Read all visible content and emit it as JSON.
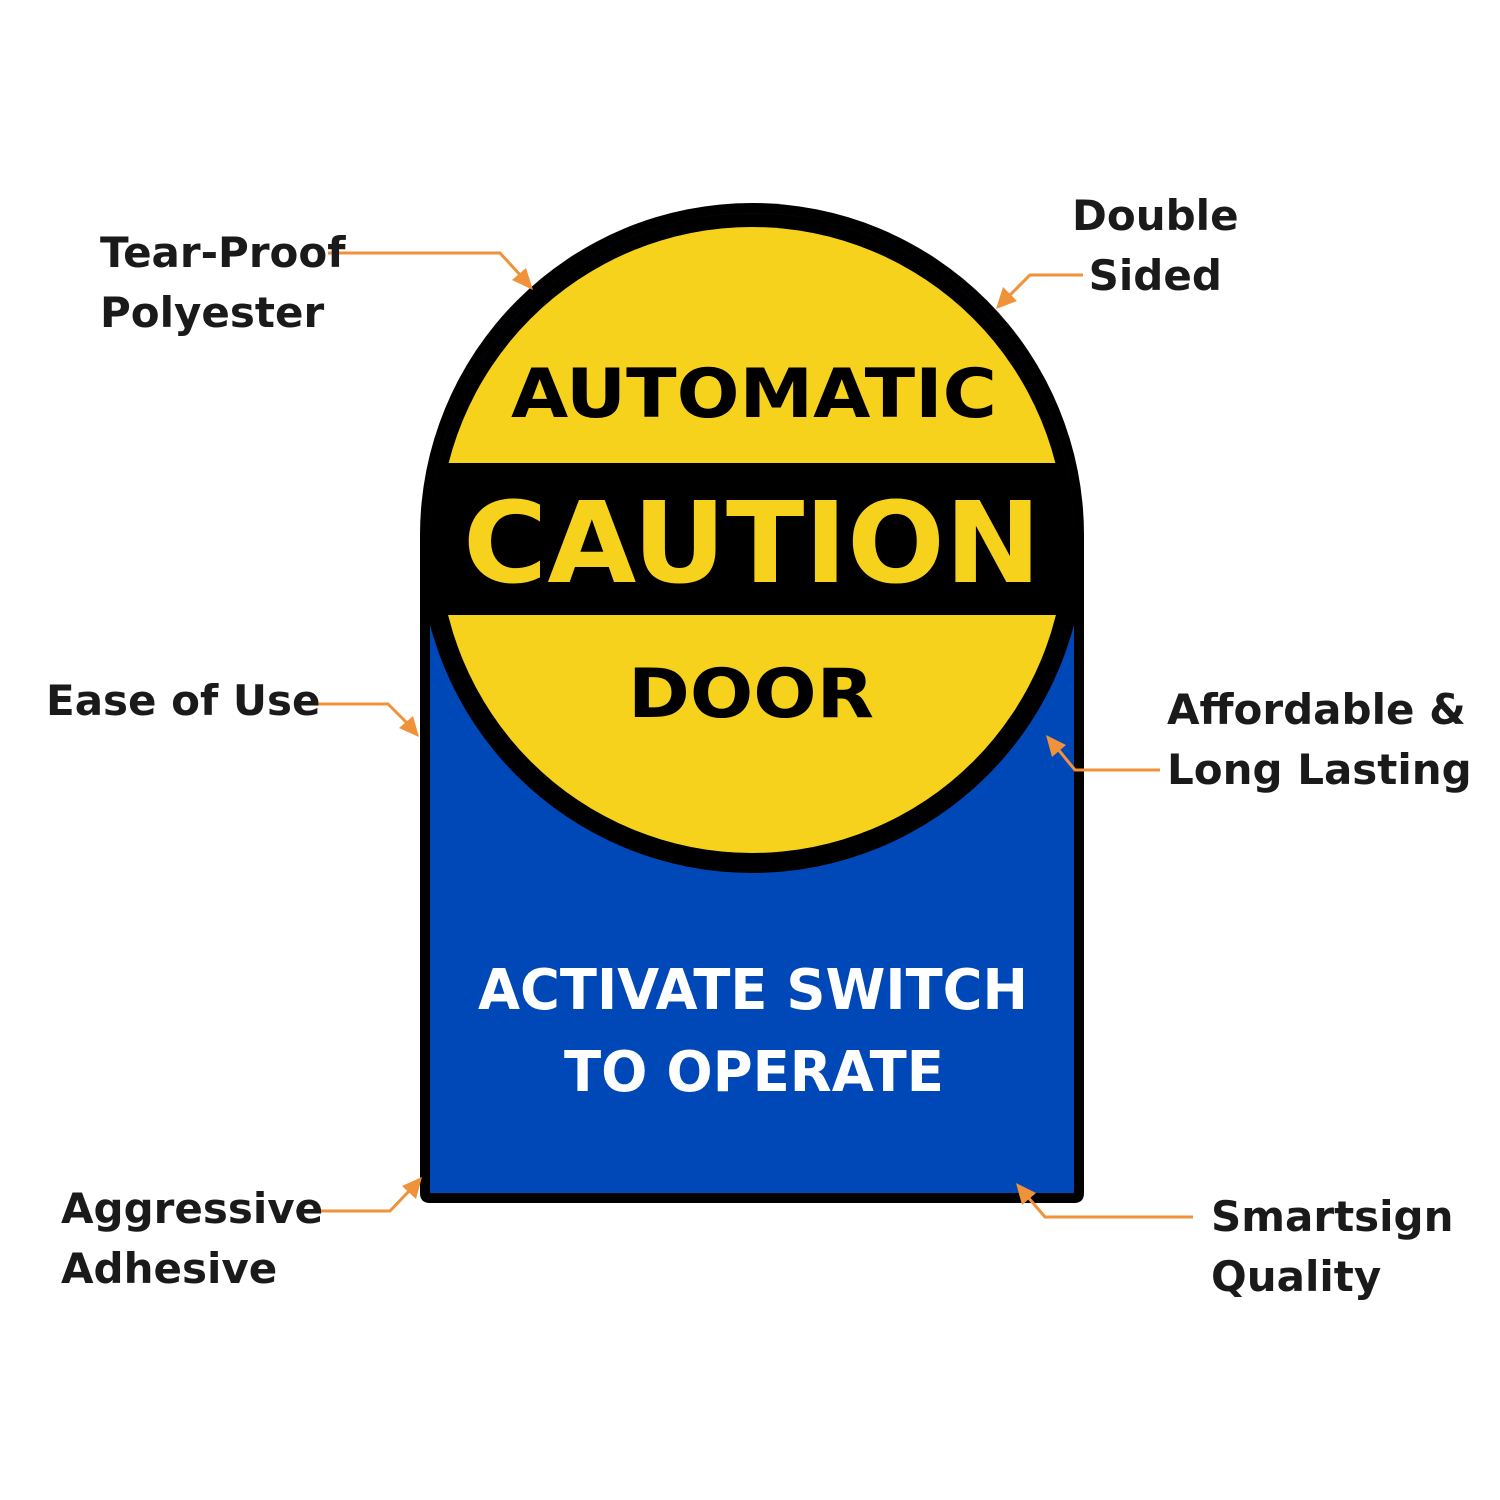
{
  "sign": {
    "top_word": "AUTOMATIC",
    "band_word": "CAUTION",
    "bottom_word": "DOOR",
    "instruction_line1": "ACTIVATE SWITCH",
    "instruction_line2": "TO OPERATE",
    "colors": {
      "yellow": "#f6d21d",
      "blue": "#0047b8",
      "black": "#000000",
      "white": "#ffffff"
    }
  },
  "callouts": {
    "tear_proof": {
      "line1": "Tear-Proof",
      "line2": "Polyester"
    },
    "double_sided": {
      "line1": "Double",
      "line2": "Sided"
    },
    "ease_of_use": {
      "line1": "Ease of Use"
    },
    "affordable": {
      "line1": "Affordable &",
      "line2": "Long Lasting"
    },
    "adhesive": {
      "line1": "Aggressive",
      "line2": "Adhesive"
    },
    "quality": {
      "line1": "Smartsign",
      "line2": "Quality"
    },
    "leader_color": "#f0923a"
  }
}
